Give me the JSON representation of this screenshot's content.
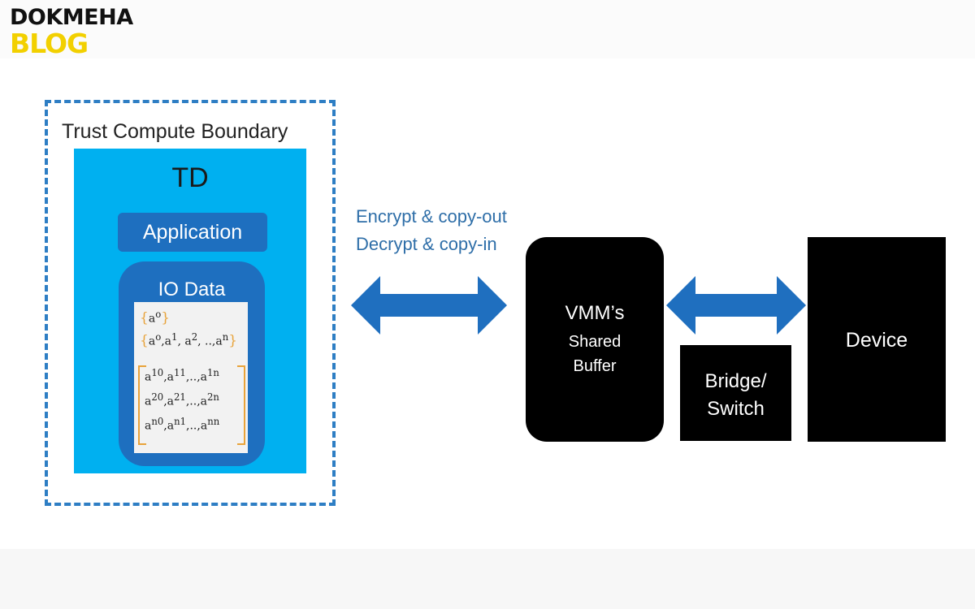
{
  "logo": {
    "line1": "DOKMEHA",
    "line2": "BLOG"
  },
  "diagram": {
    "boundary_label": "Trust Compute Boundary",
    "td_label": "TD",
    "application_label": "Application",
    "io_data_label": "IO Data",
    "arrow_text_1": "Encrypt & copy-out",
    "arrow_text_2": "Decrypt & copy-in",
    "vmm_title": "VMM’s",
    "vmm_sub1": "Shared",
    "vmm_sub2": "Buffer",
    "bridge_line1": "Bridge/",
    "bridge_line2": "Switch",
    "device_label": "Device"
  },
  "colors": {
    "boundary": "#2e7ec4",
    "td": "#00b0f0",
    "application": "#1e6fbf",
    "arrow": "#1f6fbf",
    "text_blue": "#2e6ea8"
  }
}
